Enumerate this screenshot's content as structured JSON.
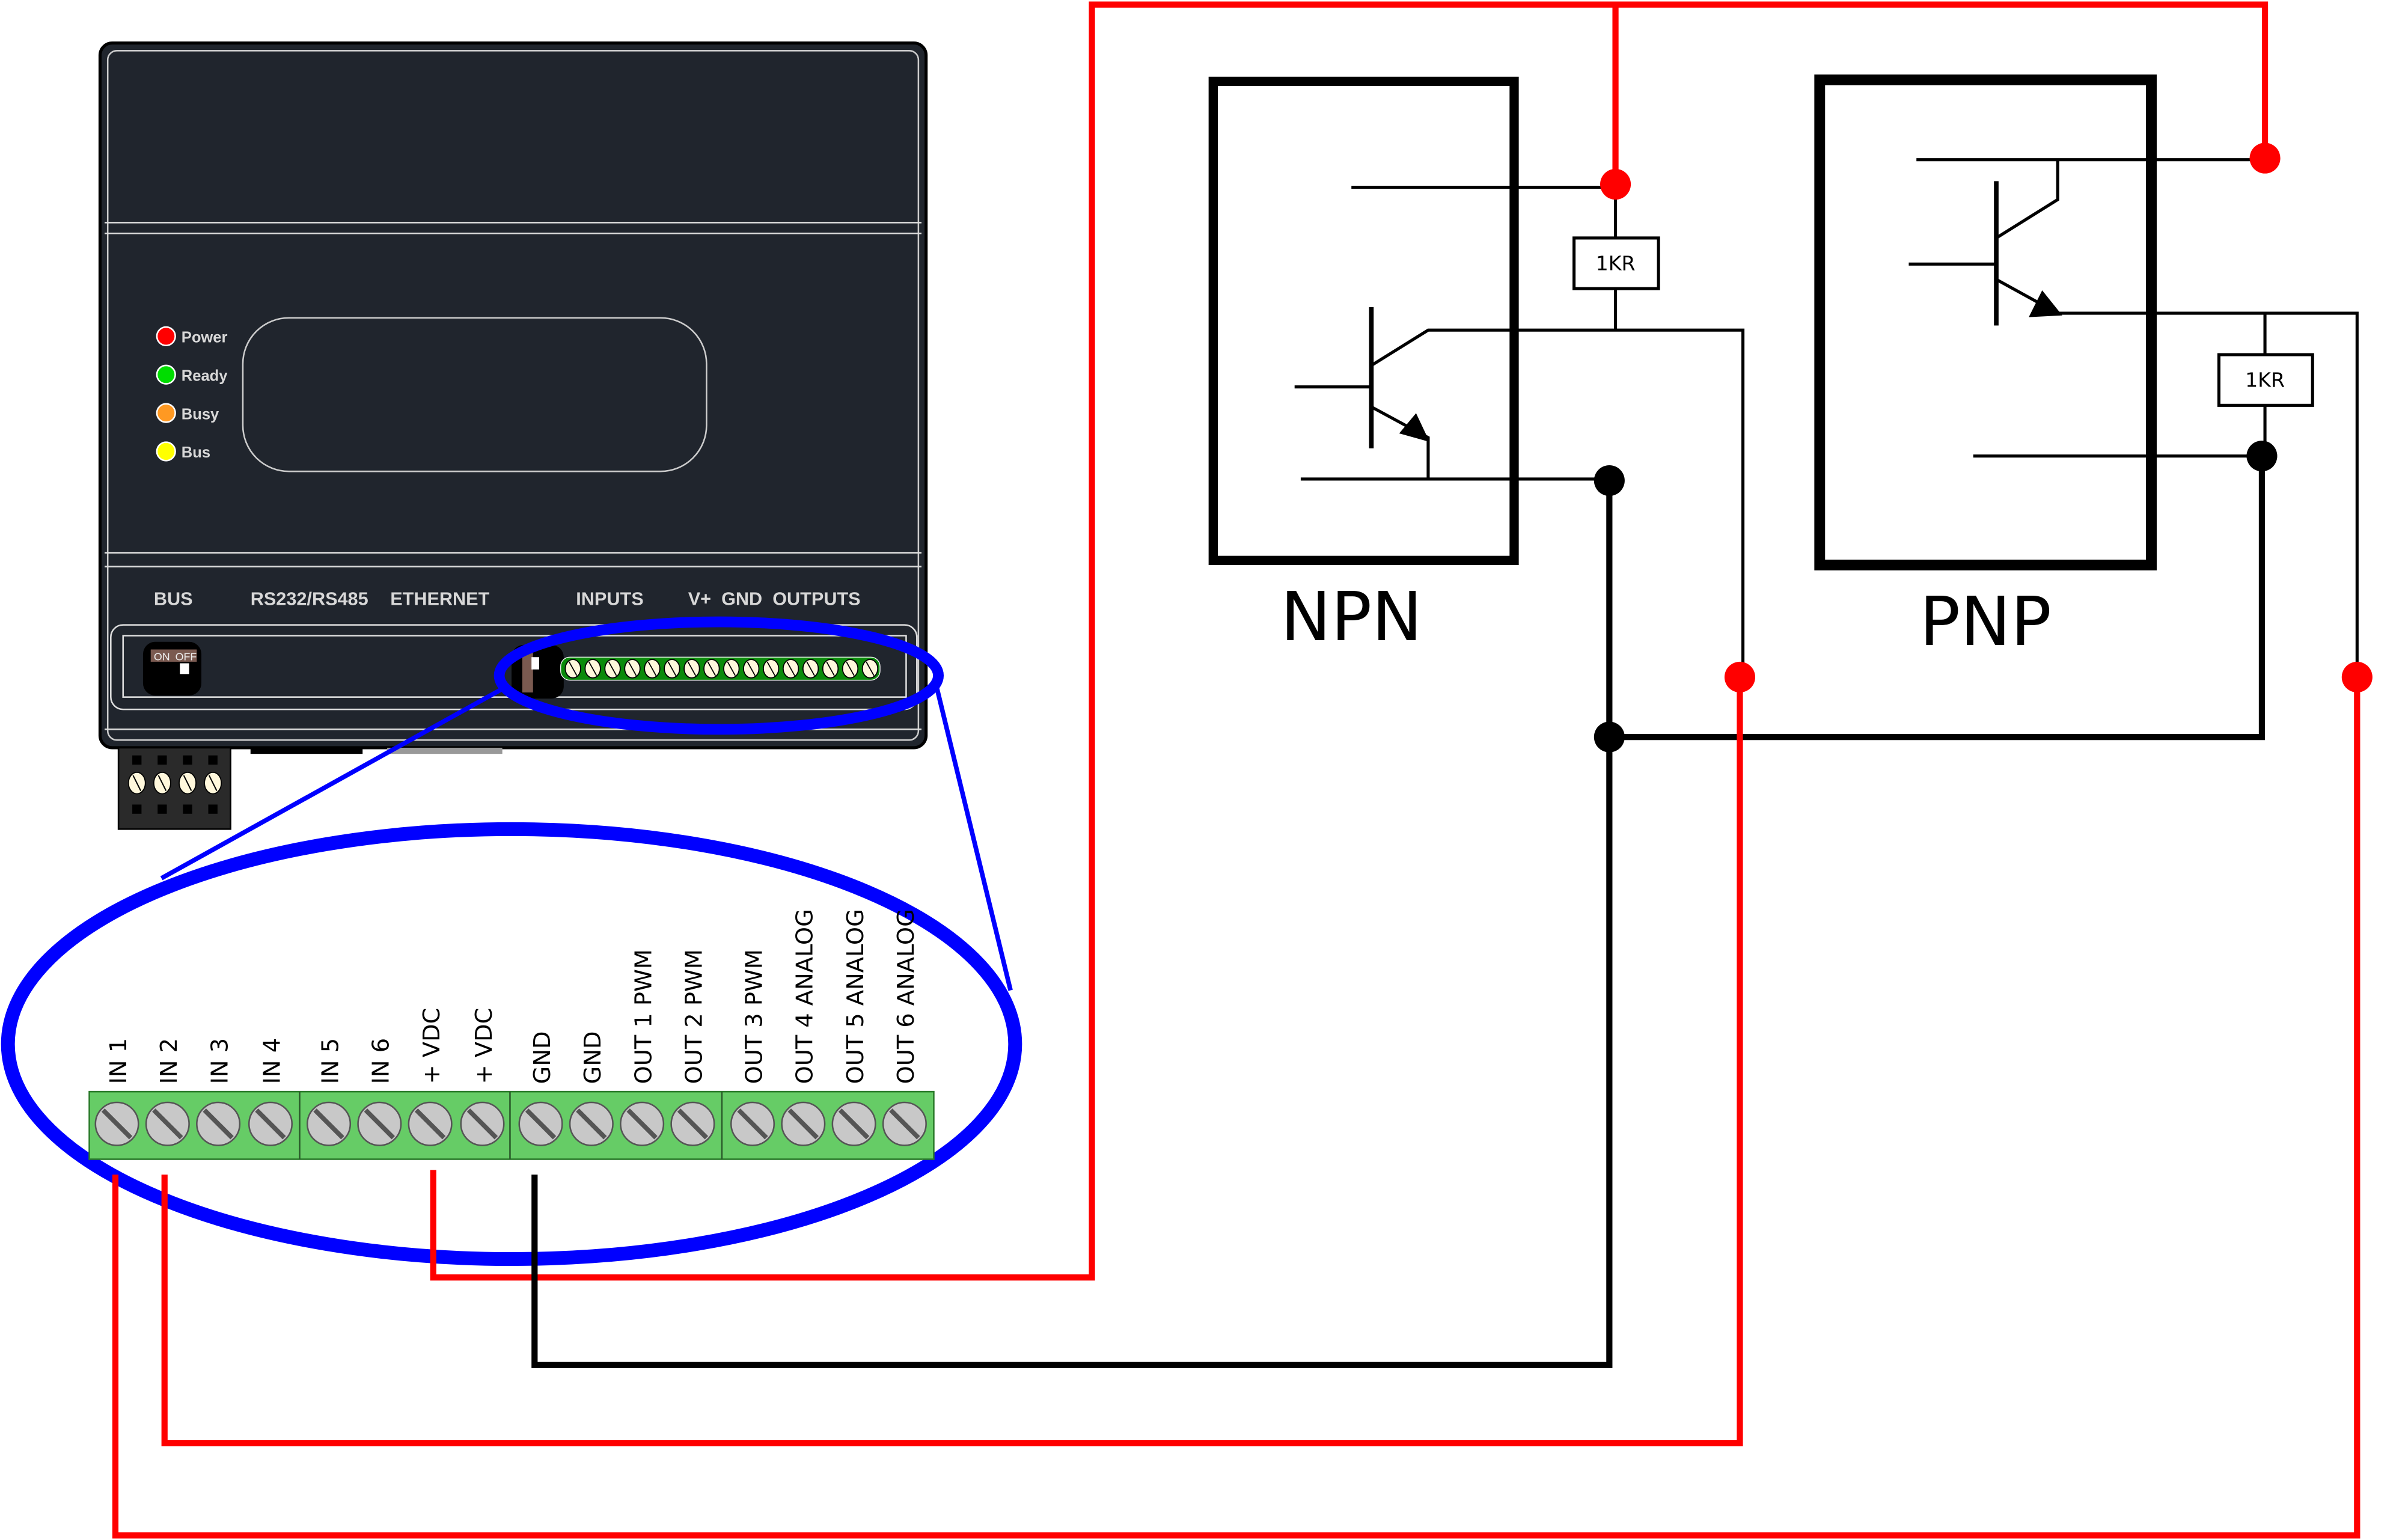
{
  "device": {
    "leds": [
      {
        "label": "Power",
        "color": "#ff0000"
      },
      {
        "label": "Ready",
        "color": "#00dd00"
      },
      {
        "label": "Busy",
        "color": "#ff9922"
      },
      {
        "label": "Bus",
        "color": "#ffff00"
      }
    ],
    "port_labels": [
      "BUS",
      "RS232/RS485",
      "ETHERNET",
      "INPUTS",
      "V+  GND  OUTPUTS"
    ],
    "switch_on": "ON",
    "switch_off": "OFF"
  },
  "terminal_labels": [
    "IN 1",
    "IN 2",
    "IN 3",
    "IN 4",
    "IN 5",
    "IN 6",
    "+ VDC",
    "+ VDC",
    "GND",
    "GND",
    "OUT 1 PWM",
    "OUT 2 PWM",
    "OUT 3 PWM",
    "OUT 4 ANALOG",
    "OUT 5 ANALOG",
    "OUT 6 ANALOG"
  ],
  "npn": {
    "title": "NPN",
    "resistor": "1KR"
  },
  "pnp": {
    "title": "PNP",
    "resistor": "1KR"
  },
  "colors": {
    "wire_power": "#ff0000",
    "wire_ground": "#000000",
    "highlight": "#0000ff",
    "terminal": "#66cc66",
    "device": "#20252d"
  }
}
